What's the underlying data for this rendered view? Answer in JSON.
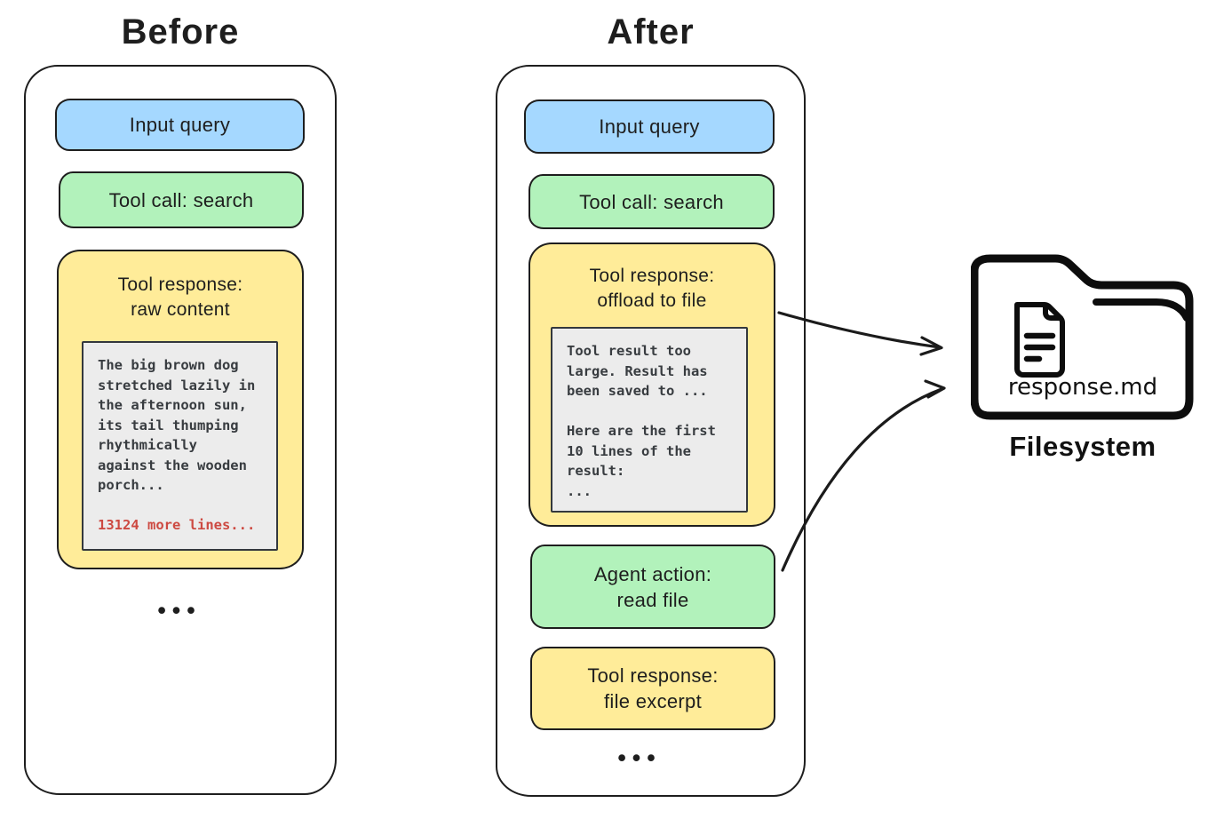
{
  "before": {
    "title": "Before",
    "input_query": "Input query",
    "tool_call": "Tool call: search",
    "tool_response": {
      "title_line1": "Tool response:",
      "title_line2": "raw content"
    },
    "raw_lines": [
      "The big brown dog",
      "stretched lazily in",
      "the afternoon sun,",
      "its tail thumping",
      "rhythmically",
      "against the wooden",
      "porch..."
    ],
    "overflow_note": "13124 more lines...",
    "ellipsis": "•••"
  },
  "after": {
    "title": "After",
    "input_query": "Input query",
    "tool_call": "Tool call: search",
    "tool_response_offload": {
      "title_line1": "Tool response:",
      "title_line2": "offload to file"
    },
    "offload_lines": [
      "Tool result too",
      "large. Result has",
      "been saved to ...",
      "",
      "Here are the first",
      "10 lines of the",
      "result:",
      "..."
    ],
    "agent_action": {
      "line1": "Agent action:",
      "line2": "read file"
    },
    "tool_response_excerpt": {
      "line1": "Tool response:",
      "line2": "file excerpt"
    },
    "ellipsis": "•••"
  },
  "filesystem": {
    "file_label": "response.md",
    "caption": "Filesystem"
  },
  "colors": {
    "box_blue": "#a5d8ff",
    "box_green": "#b2f2bb",
    "box_yellow": "#ffec99",
    "code_background": "#ececec",
    "outline": "#1e1e1e",
    "overflow_red": "#cd4a42"
  }
}
